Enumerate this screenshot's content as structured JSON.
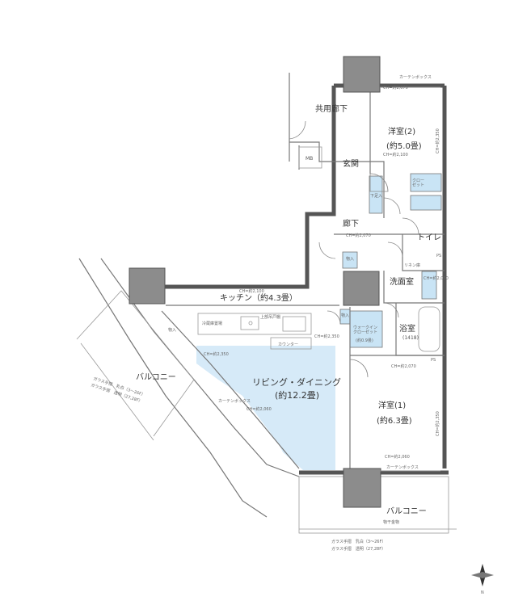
{
  "rooms": {
    "common_corridor": "共用廊下",
    "western_room_2": "洋室(2)",
    "western_room_2_area": "(約5.0畳)",
    "entrance": "玄関",
    "hallway": "廊下",
    "toilet": "トイレ",
    "washroom": "洗面室",
    "kitchen": "キッチン（約4.3畳）",
    "living_dining": "リビング・ダイニング",
    "living_dining_area": "(約12.2畳)",
    "bathroom": "浴室",
    "bathroom_size": "(1418)",
    "western_room_1": "洋室(1)",
    "western_room_1_area": "(約6.3畳)",
    "balcony_left": "バルコニー",
    "balcony_bottom": "バルコニー"
  },
  "labels": {
    "mb": "MB",
    "closet_western2": "クロー\nゼット",
    "shoes": "下足入",
    "storage_top": "物入",
    "storage_mid": "物入",
    "storage_kitchen": "物入",
    "walkin_closet": "ウォークイン\nクローゼット",
    "walkin_closet_area": "(約0.9畳)",
    "fridge": "冷蔵庫置場",
    "counter": "カウンター",
    "upper_cabinet": "上部吊戸棚",
    "linen": "リネン庫",
    "ps1": "PS",
    "ps2": "PS",
    "curtain_box_top": "カーテンボックス",
    "curtain_box_bottom": "カーテンボックス",
    "curtain_box_living": "カーテンボックス",
    "ch_2070_top": "CH=約2,070",
    "ch_2350_right": "CH=約2,350",
    "ch_2100_entrance": "CH=約2,100",
    "ch_2070_hall": "CH=約2,070",
    "ch_2100_kitchen": "CH=約2,100",
    "ch_2350_living": "CH=約2,350",
    "ch_2350_mid": "CH=約2,350",
    "ch_2060_living": "CH=約2,060",
    "ch_2070_room1": "CH=約2,070",
    "ch_2350_room1": "CH=約2,350",
    "ch_2060_room1": "CH=約2,060",
    "ch_2050_toilet": "CH=約2,050",
    "shelf": "物干金物",
    "glass_note_1": "ガラス手摺　乳白（3～26F）",
    "glass_note_2": "ガラス手摺　透明（27,28F）",
    "glass_left_1": "ガラス手摺　乳白（3～26F）",
    "glass_left_2": "ガラス手摺　透明（27,28F）",
    "north": "N"
  }
}
